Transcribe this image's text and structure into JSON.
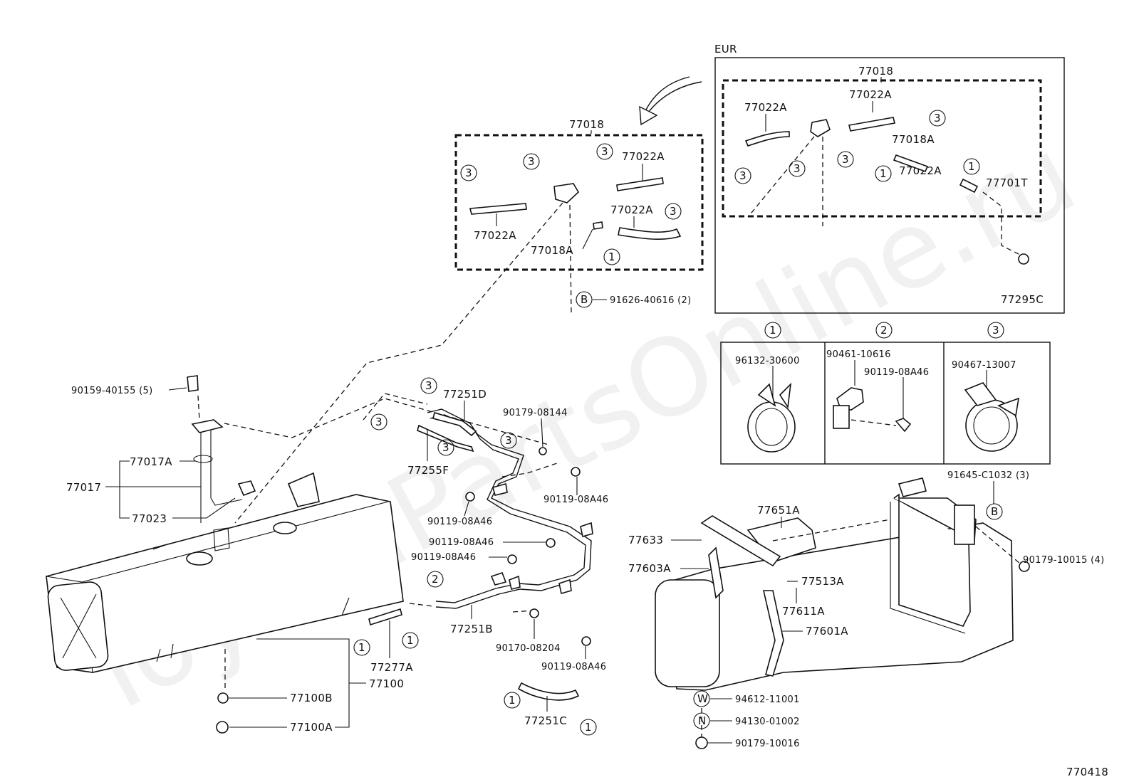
{
  "watermark": "ToyotaPartsOnline.ru",
  "diagram_id": "770418",
  "eur_label": "EUR",
  "clip_symbols": {
    "c1": "1",
    "c2": "2",
    "c3": "3",
    "b": "B",
    "w": "W",
    "n": "N"
  },
  "labels": {
    "main_77018": "77018",
    "main_77022a_top": "77022A",
    "main_77022a_right": "77022A",
    "main_77022a_left": "77022A",
    "main_77018a": "77018A",
    "b_91626": "91626-40616 (2)",
    "eur_77018": "77018",
    "eur_77022a_left": "77022A",
    "eur_77022a_mid": "77022A",
    "eur_77018a": "77018A",
    "eur_77022a_low": "77022A",
    "eur_77701t": "77701T",
    "eur_77295c": "77295C",
    "p96132": "96132-30600",
    "p90461": "90461-10616",
    "p90119_box": "90119-08A46",
    "p90467": "90467-13007",
    "p90159": "90159-40155 (5)",
    "p77017a": "77017A",
    "p77017": "77017",
    "p77023": "77023",
    "p77251d": "77251D",
    "p90179_08144": "90179-08144",
    "p77255f": "77255F",
    "p90119_a": "90119-08A46",
    "p90119_b": "90119-08A46",
    "p90119_c": "90119-08A46",
    "p90119_d": "90119-08A46",
    "p77251b": "77251B",
    "p90170": "90170-08204",
    "p90119_e": "90119-08A46",
    "p77277a": "77277A",
    "p77100": "77100",
    "p77100b": "77100B",
    "p77100a": "77100A",
    "p77251c": "77251C",
    "p91645": "91645-C1032 (3)",
    "p77651a": "77651A",
    "p77633": "77633",
    "p77603a": "77603A",
    "p77513a": "77513A",
    "p90179_10015": "90179-10015 (4)",
    "p77611a": "77611A",
    "p77601a": "77601A",
    "p94612": "94612-11001",
    "p94130": "94130-01002",
    "p90179_10016": "90179-10016"
  }
}
